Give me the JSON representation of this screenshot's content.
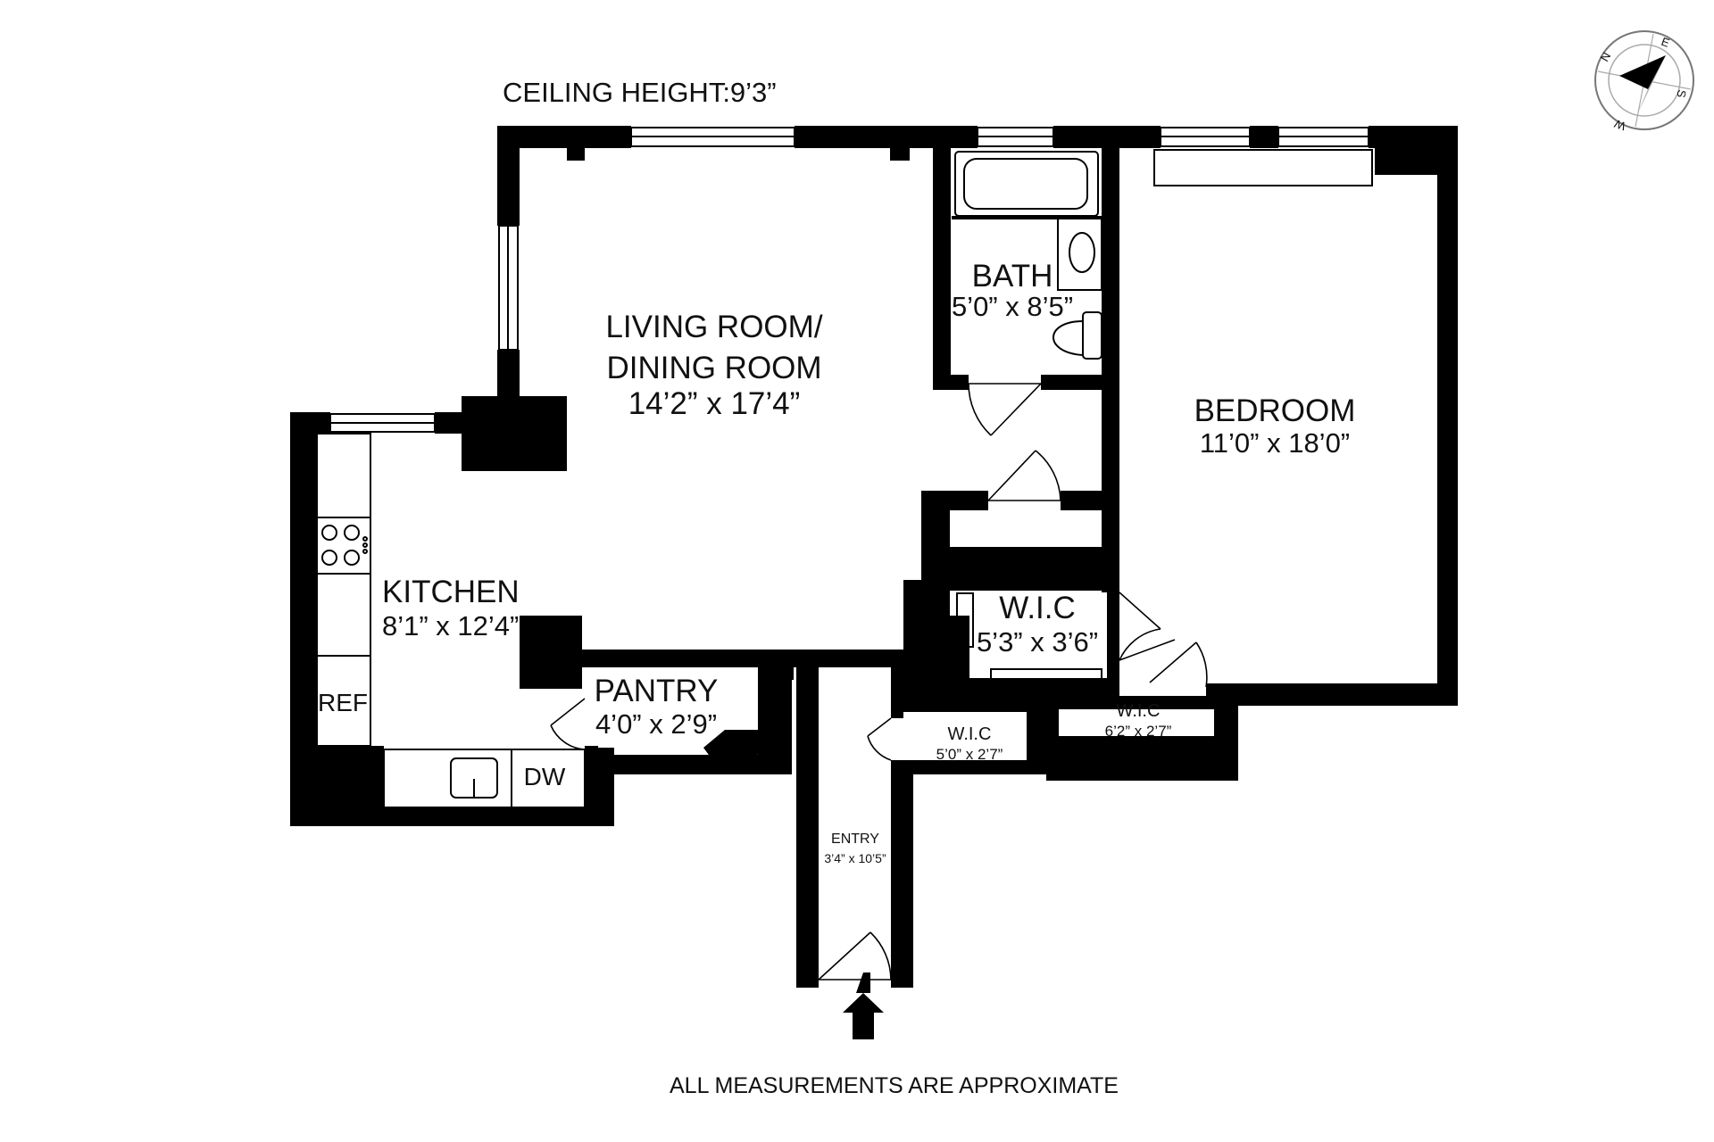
{
  "header": {
    "ceiling_height": "CEILING HEIGHT:9’3”"
  },
  "rooms": {
    "living": {
      "name_line1": "LIVING ROOM/",
      "name_line2": "DINING ROOM",
      "dims": "14’2” x 17’4”"
    },
    "bath": {
      "name": "BATH",
      "dims": "5’0” x 8’5”"
    },
    "bedroom": {
      "name": "BEDROOM",
      "dims": "11’0” x 18’0”"
    },
    "kitchen": {
      "name": "KITCHEN",
      "dims": "8’1” x 12’4”"
    },
    "wic_main": {
      "name": "W.I.C",
      "dims": "5’3” x 3’6”"
    },
    "pantry": {
      "name": "PANTRY",
      "dims": "4’0” x 2’9”"
    },
    "wic_entry": {
      "name": "W.I.C",
      "dims": "5’0” x 2’7”"
    },
    "wic_bedroom": {
      "name": "W.I.C",
      "dims": "6’2” x 2’7”"
    },
    "entry": {
      "name": "ENTRY",
      "dims": "3’4” x 10’5”"
    }
  },
  "fixtures": {
    "refrigerator": "REF",
    "dishwasher": "DW"
  },
  "compass": {
    "n": "N",
    "e": "E",
    "s": "S",
    "w": "W"
  },
  "footer": {
    "note": "ALL MEASUREMENTS ARE APPROXIMATE"
  }
}
